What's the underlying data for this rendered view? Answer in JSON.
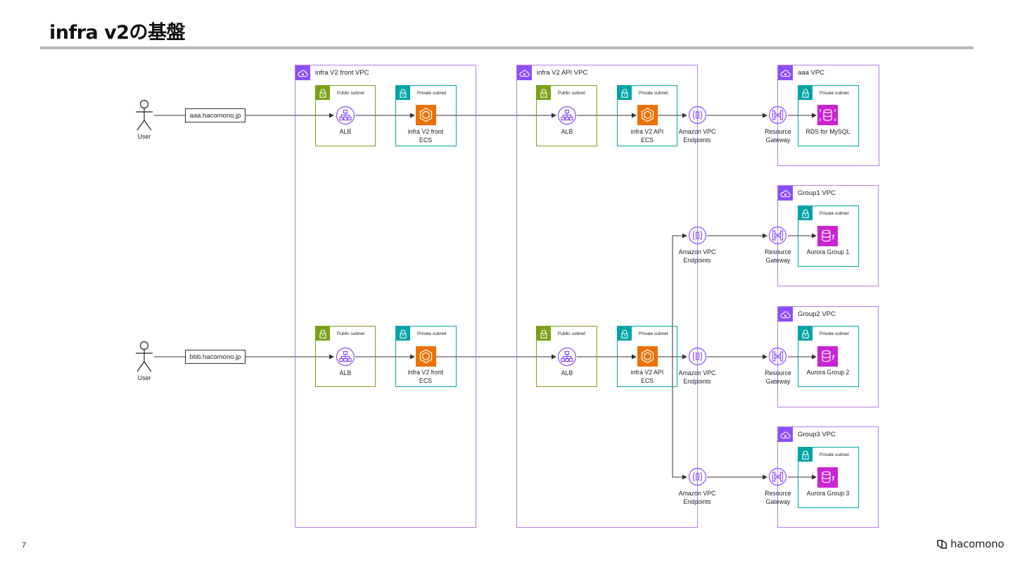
{
  "title": "infra v2の基盤",
  "page_number": "7",
  "brand": "hacomono",
  "users": [
    {
      "label": "User",
      "domain": "aaa.hacomono.jp"
    },
    {
      "label": "User",
      "domain": "bbb.hacomono.jp"
    }
  ],
  "vpcs": {
    "front": "infra V2 front VPC",
    "api": "infra V2 API VPC",
    "aaa": "aaa VPC",
    "group1": "Group1 VPC",
    "group2": "Group2 VPC",
    "group3": "Group3 VPC"
  },
  "subnets": {
    "public": "Public subnet",
    "private": "Private subnet"
  },
  "nodes": {
    "alb": "ALB",
    "front_ecs": [
      "infra V2 front",
      "ECS"
    ],
    "api_ecs": [
      "infra V2 API",
      "ECS"
    ],
    "vpc_endpoints": [
      "Amazon VPC",
      "Endpoints"
    ],
    "resource_gateway": [
      "Resource",
      "Gateway"
    ],
    "rds": "RDS for MySQL",
    "aurora1": "Aurora Group 1",
    "aurora2": "Aurora Group 2",
    "aurora3": "Aurora Group 3"
  },
  "colors": {
    "vpc": "#8c4fff",
    "public_subnet": "#7aa116",
    "private_subnet": "#00a4a6",
    "compute": "#ed7100",
    "database": "#c925d1",
    "rule": "#b8b8b8"
  }
}
